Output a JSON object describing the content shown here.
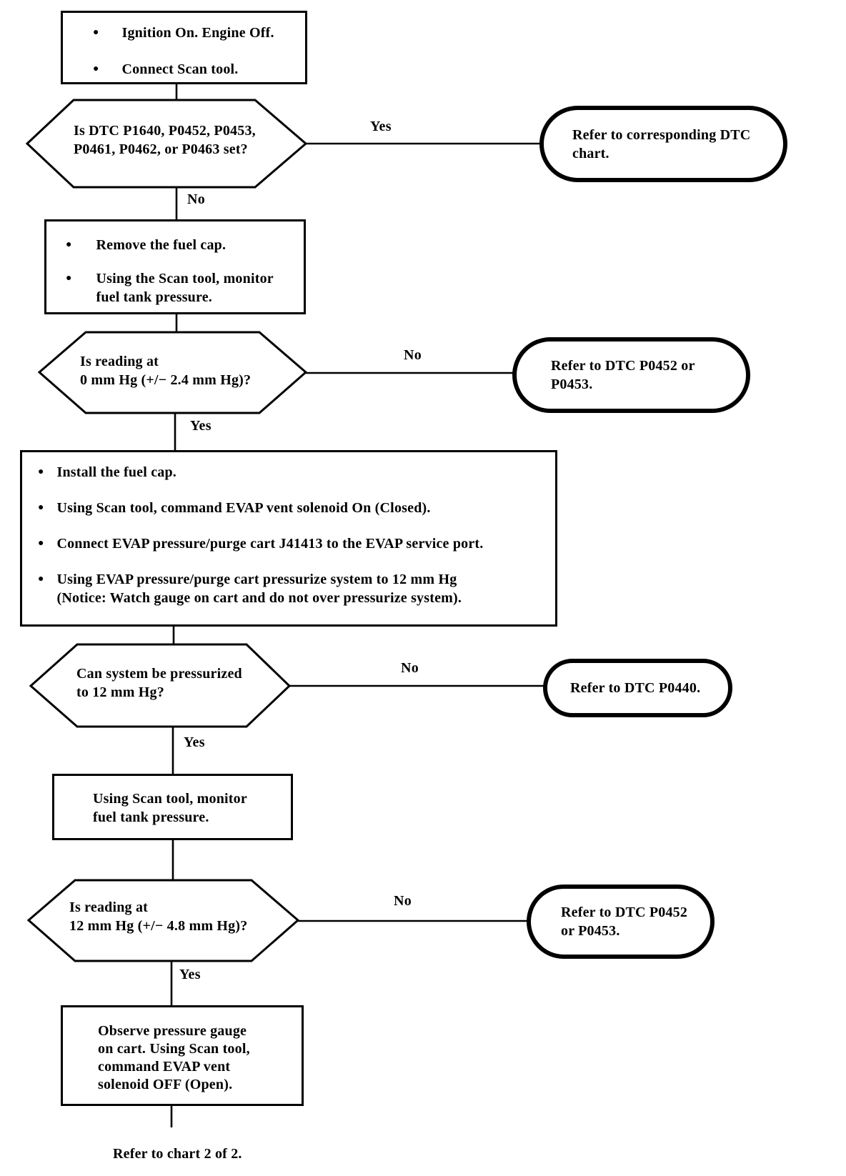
{
  "flowchart": {
    "start": {
      "steps": [
        "Ignition On. Engine Off.",
        "Connect Scan tool."
      ]
    },
    "decision_dtc": {
      "text": "Is DTC P1640, P0452, P0453,\nP0461, P0462, or P0463 set?",
      "yes": "Yes",
      "no": "No"
    },
    "terminal_dtc_chart": {
      "text": "Refer to corresponding DTC\nchart."
    },
    "process_fuel_cap": {
      "steps": [
        "Remove the fuel cap.",
        "Using the Scan tool, monitor\nfuel tank pressure."
      ]
    },
    "decision_reading_0": {
      "text": "Is reading at\n0 mm Hg (+/− 2.4 mm Hg)?",
      "no": "No",
      "yes": "Yes"
    },
    "terminal_p0452_a": {
      "text": "Refer to DTC P0452 or\nP0453."
    },
    "process_pressurize": {
      "steps": [
        "Install the fuel cap.",
        "Using Scan tool, command EVAP vent solenoid On (Closed).",
        "Connect EVAP pressure/purge cart J41413 to the EVAP service port.",
        "Using  EVAP pressure/purge cart pressurize system to 12 mm Hg\n(Notice: Watch gauge on cart and do not over pressurize system)."
      ]
    },
    "decision_pressurized": {
      "text": "Can system be pressurized\nto 12 mm Hg?",
      "no": "No",
      "yes": "Yes"
    },
    "terminal_p0440": {
      "text": "Refer to DTC P0440."
    },
    "process_monitor": {
      "text": "Using Scan tool, monitor\nfuel tank pressure."
    },
    "decision_reading_12": {
      "text": "Is reading at\n12 mm Hg (+/− 4.8 mm Hg)?",
      "no": "No",
      "yes": "Yes"
    },
    "terminal_p0452_b": {
      "text": "Refer to DTC P0452\nor P0453."
    },
    "process_observe": {
      "text": "Observe pressure gauge\non cart. Using Scan tool,\ncommand EVAP vent\nsolenoid OFF (Open)."
    },
    "footer": "Refer to chart 2 of 2."
  }
}
